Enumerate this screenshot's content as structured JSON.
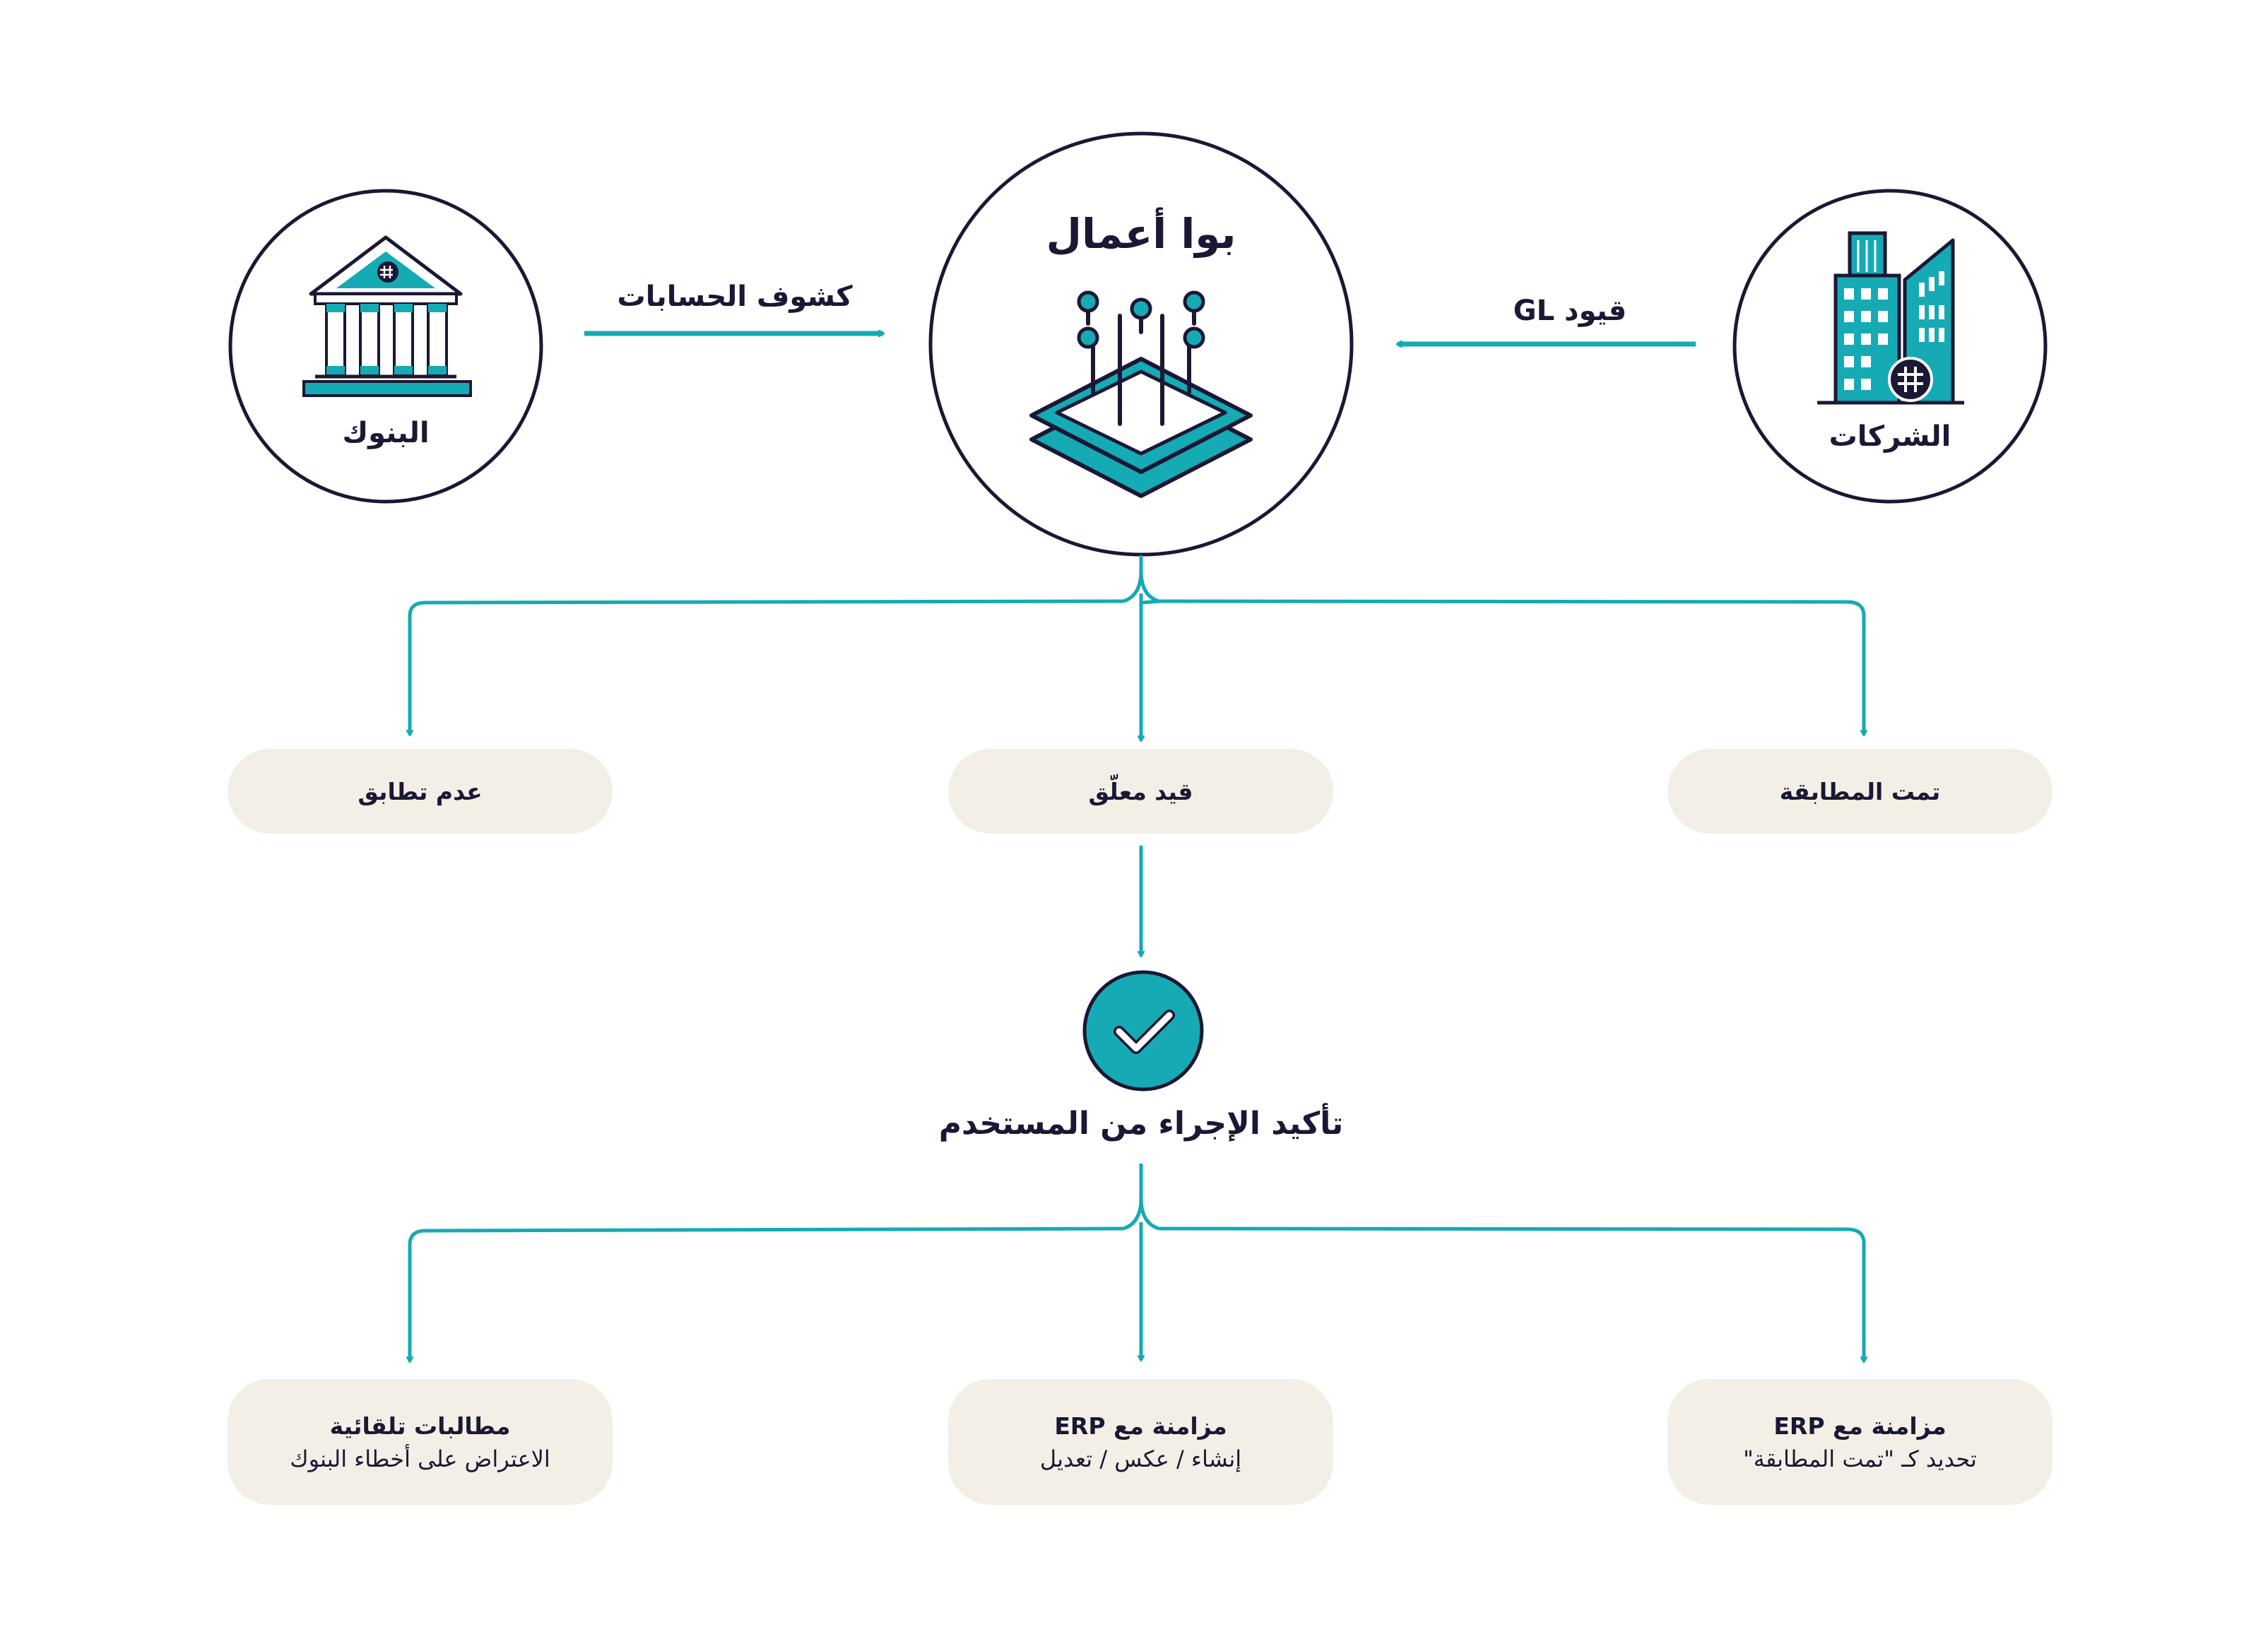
{
  "nodes": {
    "banks": "البنوك",
    "companies": "الشركات",
    "center": "بوا أعمال"
  },
  "edges": {
    "statements": "كشوف الحسابات",
    "gl_entries": "قيود GL"
  },
  "statuses": {
    "matched": "تمت المطابقة",
    "pending": "قيد معلّق",
    "mismatch": "عدم تطابق"
  },
  "confirm_label": "تأكيد الإجراء من المستخدم",
  "outcomes": [
    {
      "title": "مزامنة مع ERP",
      "subtitle": "تحديد كـ \"تمت المطابقة\""
    },
    {
      "title": "مزامنة مع ERP",
      "subtitle": "إنشاء / عكس / تعديل"
    },
    {
      "title": "مطالبات تلقائية",
      "subtitle": "الاعتراض على أخطاء البنوك"
    }
  ],
  "colors": {
    "teal": "#15aab4",
    "navy": "#1b1734",
    "beige": "#f4efe6"
  },
  "icons": [
    "bank-icon",
    "buildings-icon",
    "chip-icon",
    "checkmark-icon",
    "riyal-symbol"
  ]
}
